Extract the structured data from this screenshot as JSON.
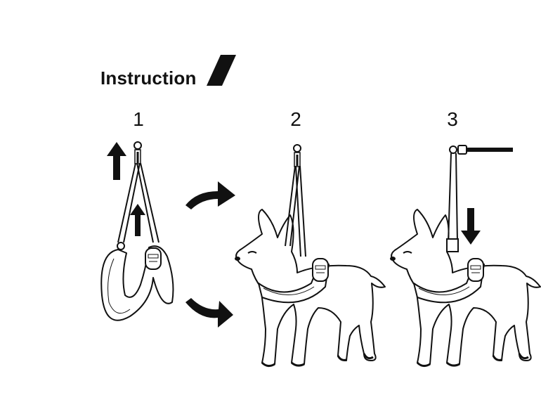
{
  "header": {
    "title": "Instruction"
  },
  "steps": [
    {
      "number": "1"
    },
    {
      "number": "2"
    },
    {
      "number": "3"
    }
  ],
  "colors": {
    "ink": "#111111",
    "background": "#ffffff",
    "strap_fill": "#ffffff"
  },
  "icons": [
    "slash-mark-icon",
    "arrow-up-icon",
    "curved-arrow-icon",
    "arrow-down-icon",
    "leash-icon"
  ]
}
